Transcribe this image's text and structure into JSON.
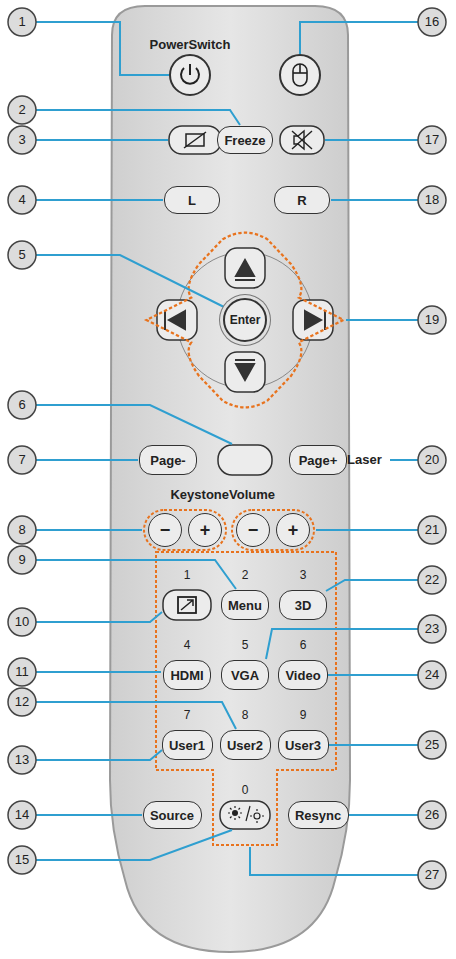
{
  "diagram": {
    "nodes": [
      {
        "text": [
          "Freeze"
        ]
      },
      {
        "text": [
          "L"
        ]
      },
      {
        "text": [
          "R"
        ]
      },
      {
        "text": [
          "Enter"
        ]
      },
      {
        "text": [
          "Page-"
        ]
      },
      {
        "text": [
          "Page+"
        ]
      },
      {
        "text": [
          "−"
        ]
      },
      {
        "text": [
          "+"
        ]
      },
      {
        "text": [
          "−"
        ]
      },
      {
        "text": [
          "+"
        ]
      },
      {
        "text": [
          "Menu"
        ]
      },
      {
        "text": [
          "3D"
        ]
      },
      {
        "text": [
          "HDMI"
        ]
      },
      {
        "text": [
          "VGA"
        ]
      },
      {
        "text": [
          "Video"
        ]
      },
      {
        "text": [
          "User1"
        ]
      },
      {
        "text": [
          "User2"
        ]
      },
      {
        "text": [
          "User3"
        ]
      },
      {
        "text": [
          "Source"
        ]
      },
      {
        "text": [
          "Resync"
        ]
      }
    ],
    "labels": [
      "PowerSwitch",
      "Laser",
      "Keystone",
      "Volume",
      "1",
      "2",
      "3",
      "4",
      "5",
      "6",
      "7",
      "8",
      "9",
      "0",
      "1",
      "2",
      "3",
      "4",
      "5",
      "6",
      "7",
      "8",
      "9",
      "10",
      "11",
      "12",
      "13",
      "14",
      "15",
      "16",
      "17",
      "18",
      "19",
      "20",
      "21",
      "22",
      "23",
      "24",
      "25",
      "26",
      "27"
    ]
  }
}
